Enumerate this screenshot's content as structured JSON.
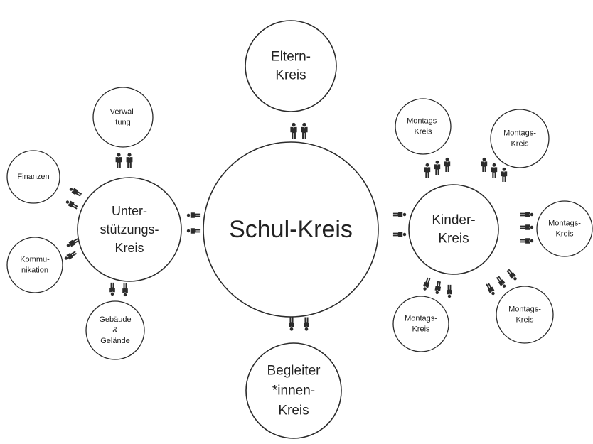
{
  "colors": {
    "stroke": "#2b2b2b",
    "background": "#ffffff",
    "text": "#222222"
  },
  "icons": [
    "person-icon"
  ],
  "circles": {
    "schul": {
      "lines": [
        "Schul-Kreis"
      ]
    },
    "eltern": {
      "lines": [
        "Eltern-",
        "Kreis"
      ]
    },
    "begleiter": {
      "lines": [
        "Begleiter",
        "*innen-",
        "Kreis"
      ]
    },
    "unterstuetzung": {
      "lines": [
        "Unter-",
        "stützungs-",
        "Kreis"
      ]
    },
    "kinder": {
      "lines": [
        "Kinder-",
        "Kreis"
      ]
    },
    "verwaltung": {
      "lines": [
        "Verwal-",
        "tung"
      ]
    },
    "finanzen": {
      "lines": [
        "Finanzen"
      ]
    },
    "kommunikation": {
      "lines": [
        "Kommu-",
        "nikation"
      ]
    },
    "gebaeude": {
      "lines": [
        "Gebäude",
        "&",
        "Gelände"
      ]
    },
    "montags_1": {
      "lines": [
        "Montags-",
        "Kreis"
      ]
    },
    "montags_2": {
      "lines": [
        "Montags-",
        "Kreis"
      ]
    },
    "montags_3": {
      "lines": [
        "Montags-",
        "Kreis"
      ]
    },
    "montags_4": {
      "lines": [
        "Montags-",
        "Kreis"
      ]
    },
    "montags_5": {
      "lines": [
        "Montags-",
        "Kreis"
      ]
    }
  }
}
